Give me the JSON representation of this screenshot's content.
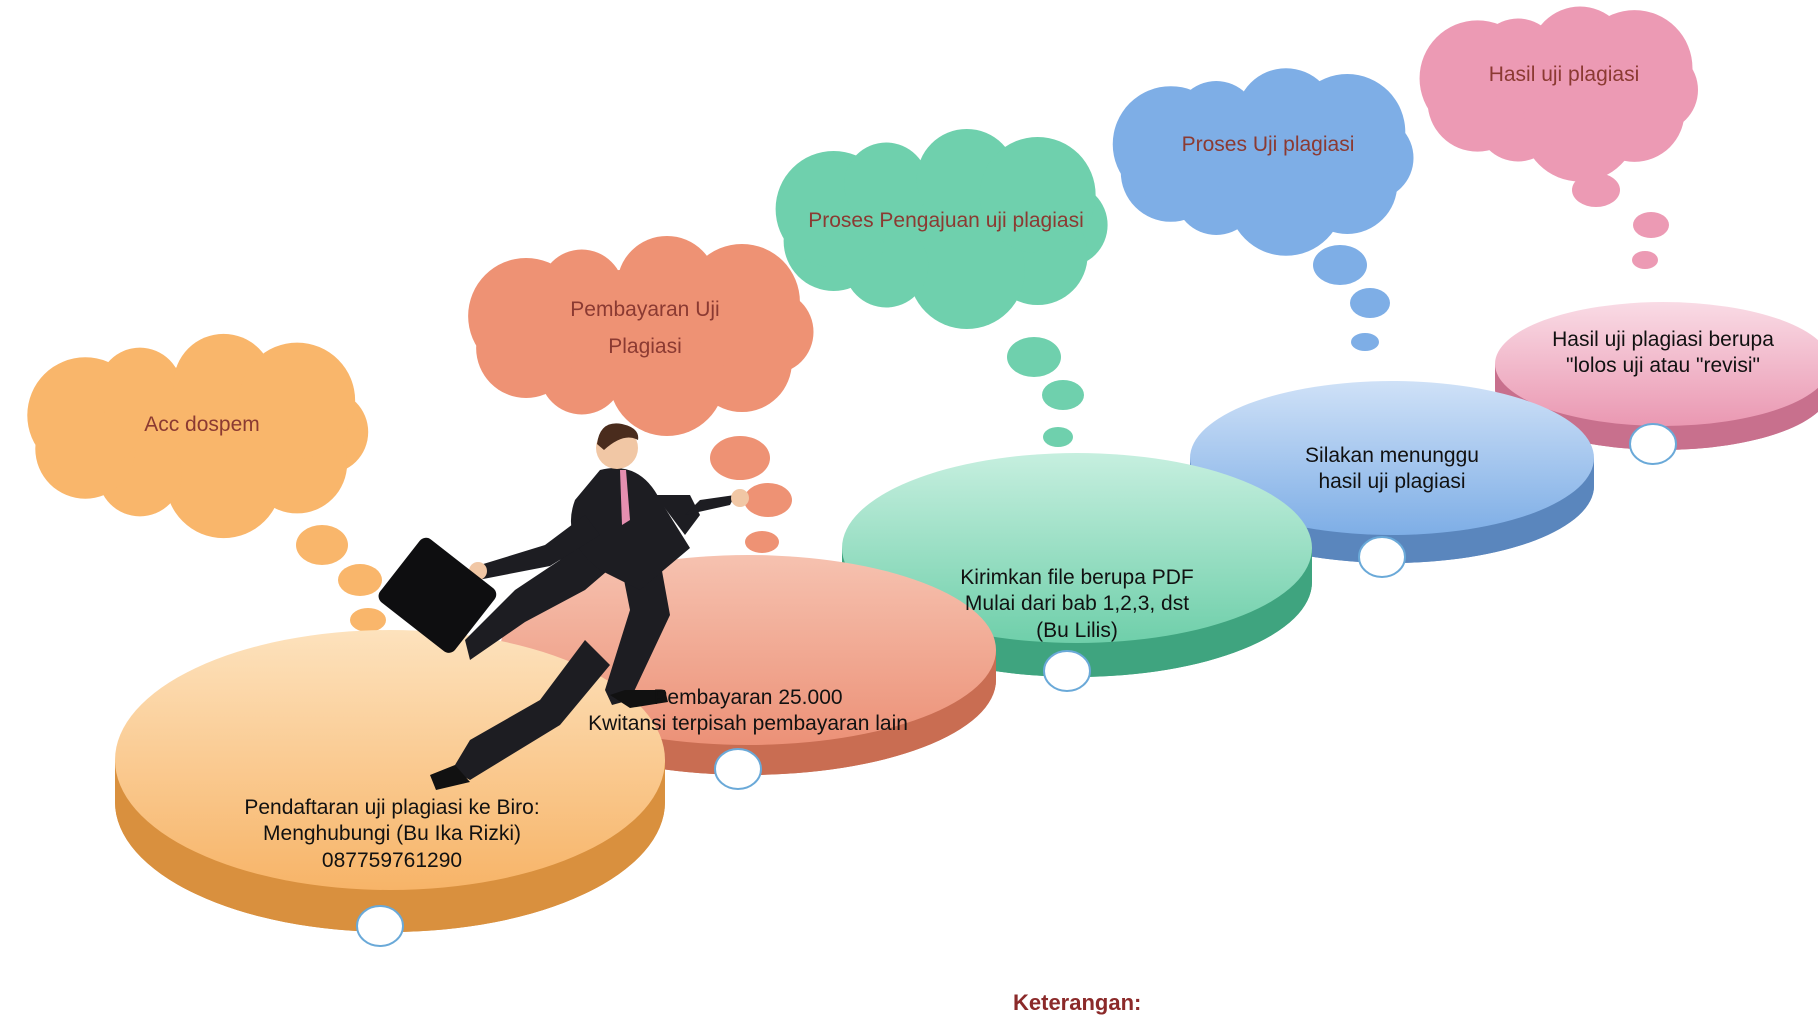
{
  "colors": {
    "step1": "#f9b66b",
    "step2": "#ee9274",
    "step3": "#6fd0ad",
    "step4": "#7eaee6",
    "step5": "#ec9ab4",
    "cloud_text": "#8b3a32",
    "legend_text": "#8b2a2a",
    "disc_text": "#111111"
  },
  "steps": [
    {
      "cloud_label": "Acc dospem",
      "disc_label": "Pendaftaran uji plagiasi ke Biro:\nMenghubungi (Bu Ika Rizki)\n087759761290"
    },
    {
      "cloud_label": "Pembayaran Uji\nPlagiasi",
      "disc_label": "Pembayaran 25.000\nKwitansi terpisah pembayaran lain"
    },
    {
      "cloud_label": "Proses Pengajuan uji plagiasi",
      "disc_label": "Kirimkan file berupa PDF\nMulai dari bab 1,2,3, dst\n(Bu Lilis)"
    },
    {
      "cloud_label": "Proses Uji plagiasi",
      "disc_label": "Silakan menunggu\nhasil uji plagiasi"
    },
    {
      "cloud_label": "Hasil uji plagiasi",
      "disc_label": "Hasil uji plagiasi berupa\n\"lolos uji atau \"revisi\""
    }
  ],
  "legend_label": "Keterangan:",
  "figure_icon": "businessman-running-icon"
}
